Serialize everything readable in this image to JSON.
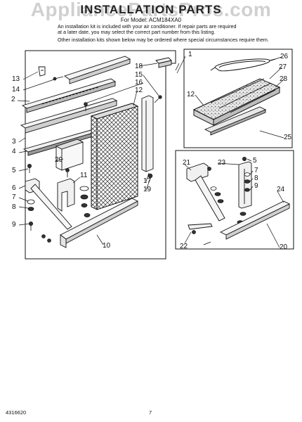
{
  "header": {
    "title": "INSTALLATION PARTS",
    "watermark": "AppliancePartsPros.com",
    "subtitle": "For Model: ACM184XA0"
  },
  "notes": {
    "line1": "An installation kit is included with your air conditioner. If repair parts are required",
    "line2": "at a later date, you may select the correct part number from this listing.",
    "line3": "Other installation kits shown below may be ordered where special circumstances require them."
  },
  "callouts": {
    "c1": "1",
    "c2": "2",
    "c3": "3",
    "c4": "4",
    "c5": "5",
    "c6": "6",
    "c7": "7",
    "c8": "8",
    "c9": "9",
    "c10": "10",
    "c11": "11",
    "c12": "12",
    "c13": "13",
    "c14": "14",
    "c15": "15",
    "c16": "16",
    "c17": "17",
    "c18": "18",
    "c19": "19",
    "c20": "20",
    "c21": "21",
    "c22": "22",
    "c23": "23",
    "c24": "24",
    "c25": "25",
    "c26": "26",
    "c27": "27",
    "c28": "28",
    "c29": "29"
  },
  "footer": {
    "doc_number": "4316620",
    "page_number": "7"
  }
}
